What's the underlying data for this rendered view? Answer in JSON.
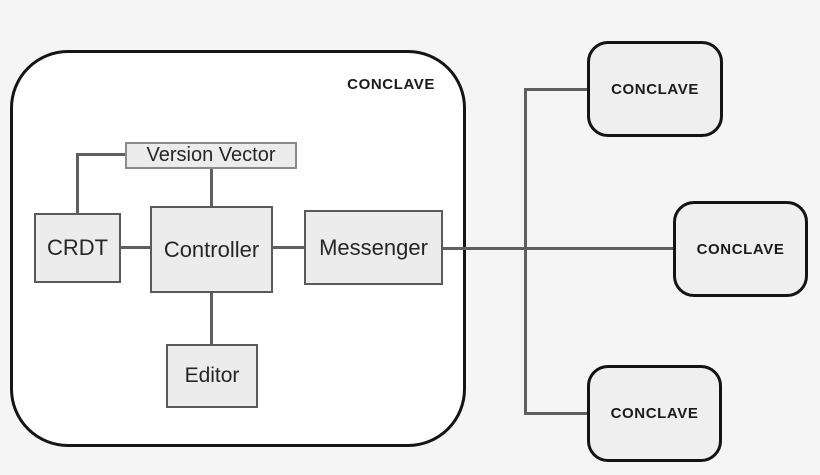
{
  "container": {
    "label": "CONCLAVE"
  },
  "nodes": {
    "version_vector": {
      "label": "Version Vector"
    },
    "crdt": {
      "label": "CRDT"
    },
    "controller": {
      "label": "Controller"
    },
    "messenger": {
      "label": "Messenger"
    },
    "editor": {
      "label": "Editor"
    }
  },
  "external_nodes": {
    "top": {
      "label": "CONCLAVE"
    },
    "middle": {
      "label": "CONCLAVE"
    },
    "bottom": {
      "label": "CONCLAVE"
    }
  },
  "edges": [
    {
      "from": "version_vector",
      "to": "crdt"
    },
    {
      "from": "version_vector",
      "to": "controller"
    },
    {
      "from": "crdt",
      "to": "controller"
    },
    {
      "from": "controller",
      "to": "messenger"
    },
    {
      "from": "controller",
      "to": "editor"
    },
    {
      "from": "messenger",
      "to": "external_top"
    },
    {
      "from": "messenger",
      "to": "external_middle"
    },
    {
      "from": "messenger",
      "to": "external_bottom"
    }
  ],
  "colors": {
    "page_background": "#f5f5f6",
    "container_fill": "#fefefe",
    "container_border": "#151515",
    "node_fill": "#ececec",
    "node_border": "#5a5a5a",
    "version_vector_border": "#8a8a8a",
    "external_fill": "#efeff0",
    "external_border": "#141414",
    "edge_color": "#5f5f5f",
    "text_color": "#262626"
  }
}
